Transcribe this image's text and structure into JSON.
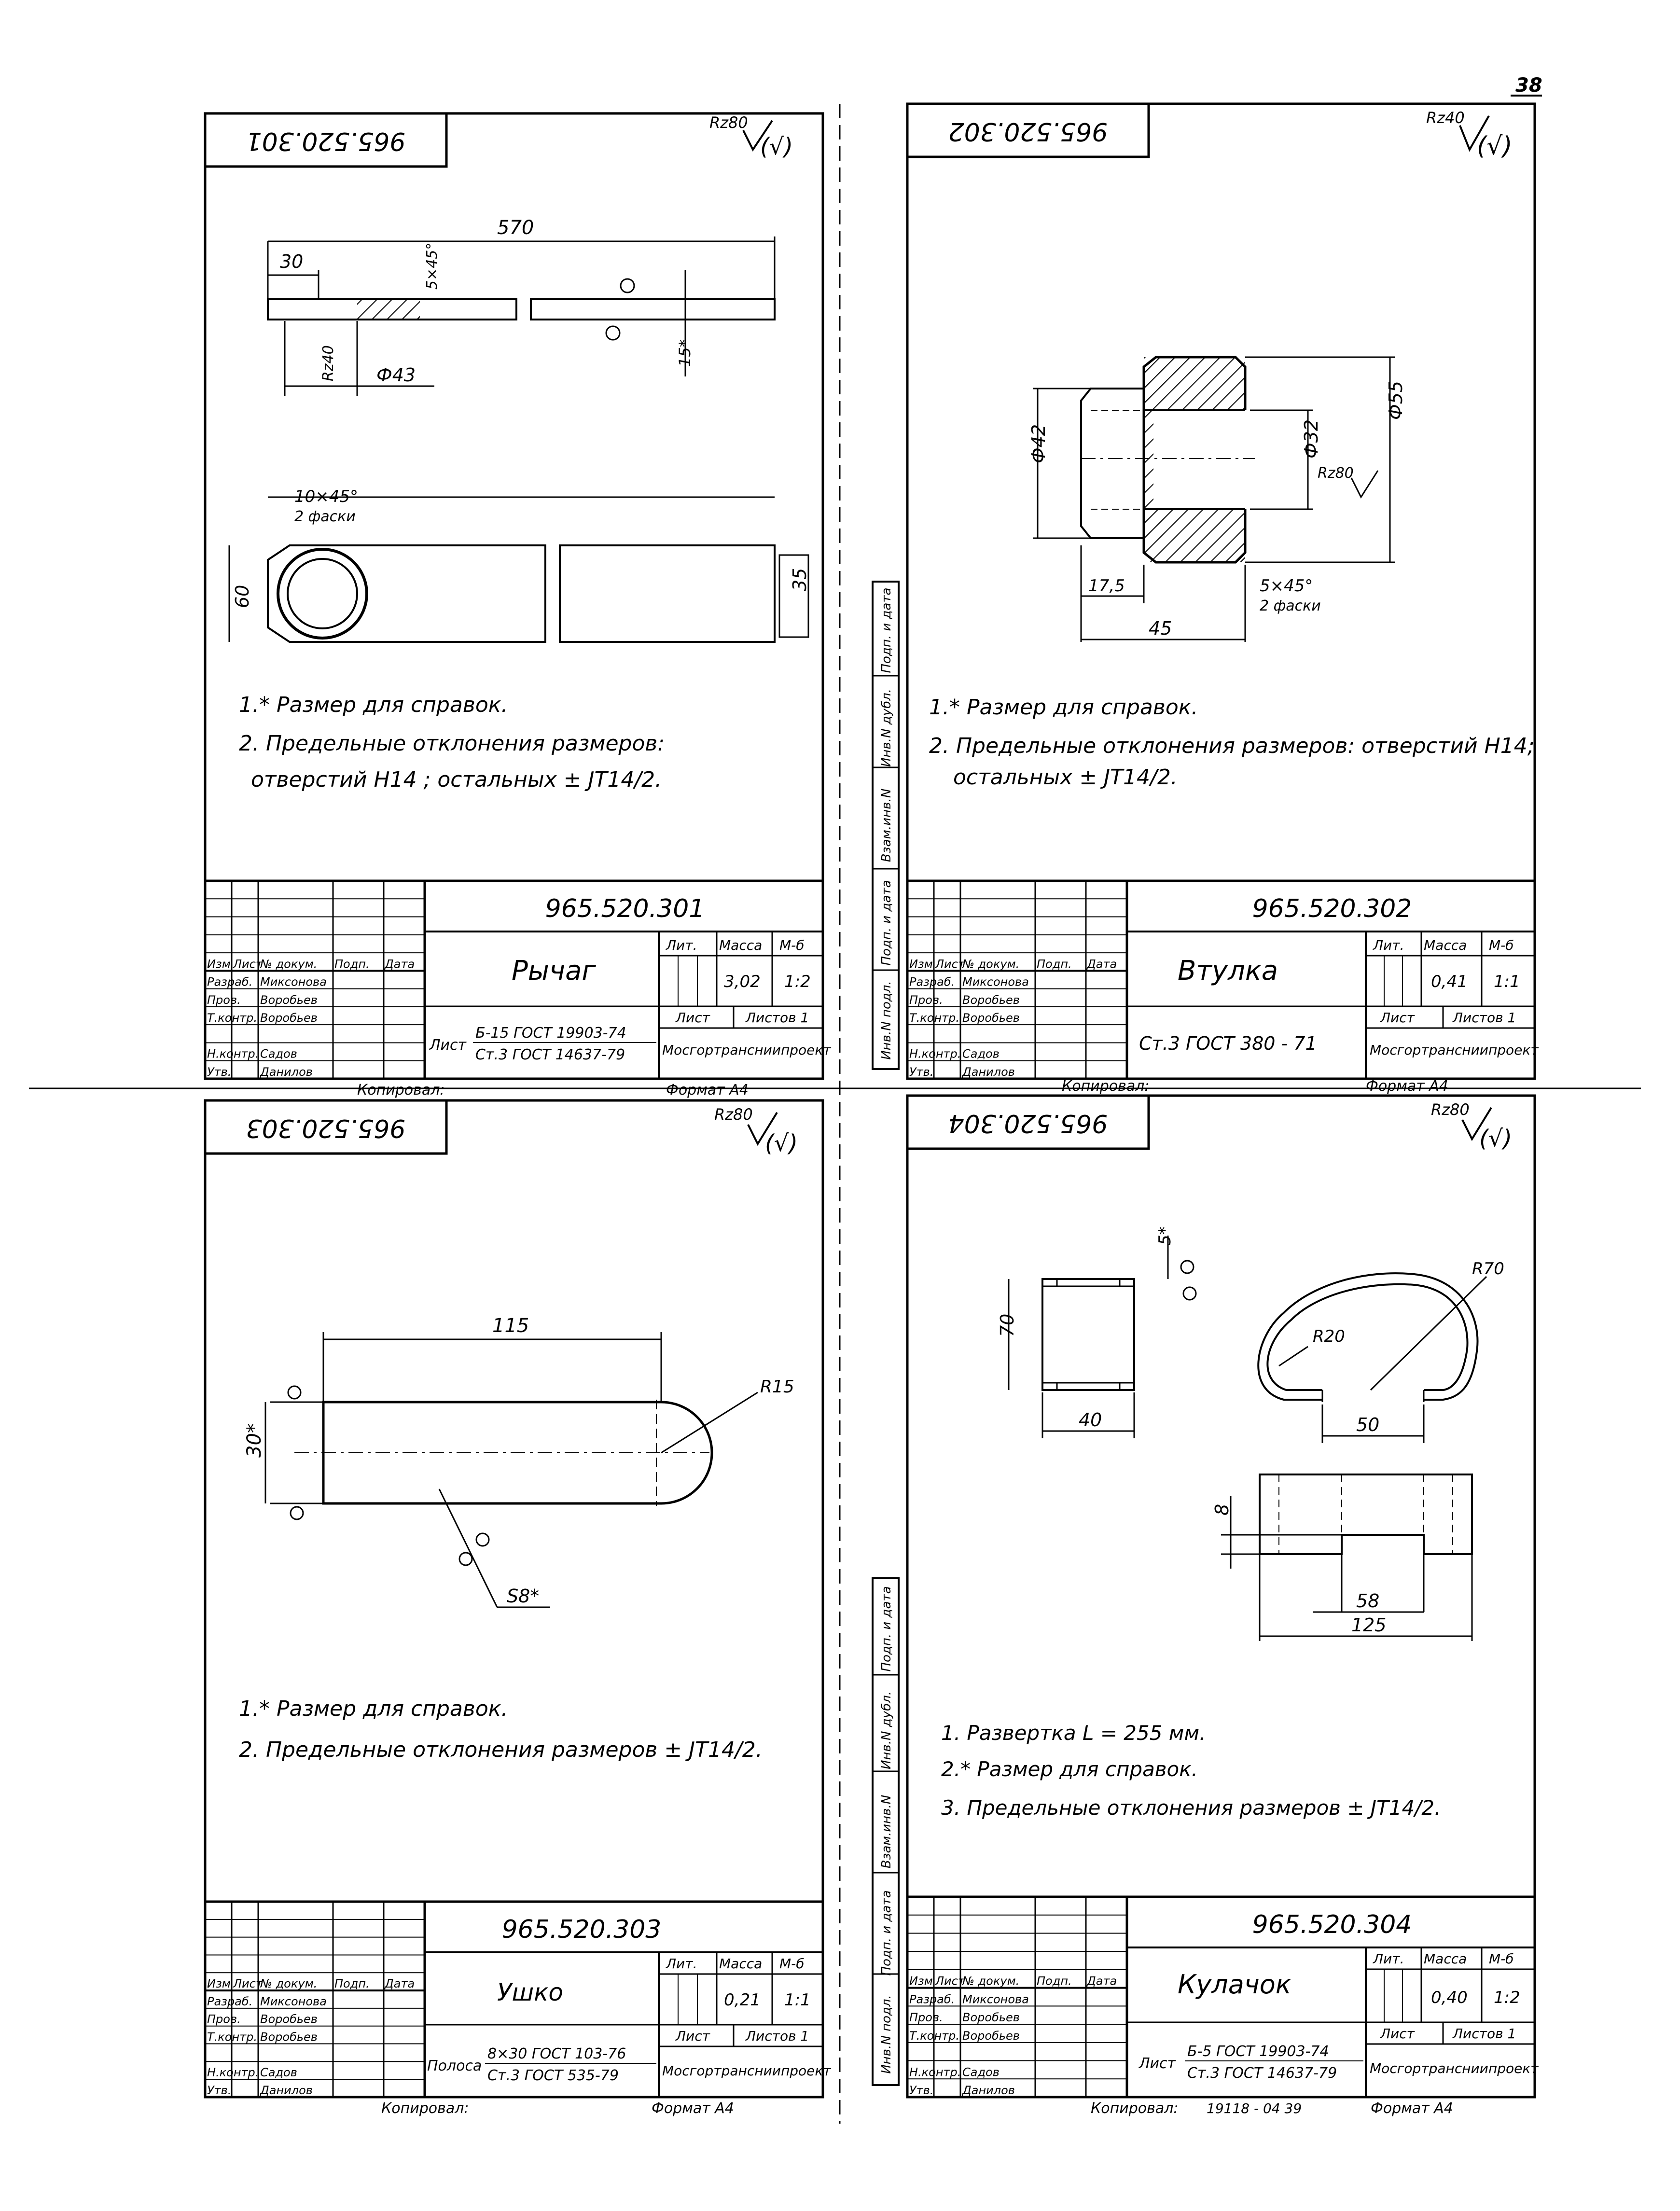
{
  "page_number": "38",
  "drawings": [
    {
      "code": "965.520.301",
      "roughness": "Rz80",
      "dims": {
        "length": "570",
        "d30": "30",
        "chamfer": "5×45°",
        "rz40": "Rz40",
        "dia43": "Ф43",
        "h15": "15*",
        "ch10": "10×45°",
        "ch10b": "2 фаски",
        "h60": "60",
        "h35": "35"
      },
      "notes": [
        "1.* Размер  для справок.",
        "2.  Предельные  отклонения  размеров:",
        "отверстий  Н14 ; остальных  ± JT14/2."
      ],
      "name": "Рычаг",
      "mass": "3,02",
      "scale": "1:2",
      "material_label": "Лист",
      "material_top": "Б-15 ГОСТ 19903-74",
      "material_bottom": "Ст.3 ГОСТ 14637-79"
    },
    {
      "code": "965.520.302",
      "roughness": "Rz40",
      "dims": {
        "d42": "Ф42",
        "d32": "Ф32",
        "d55": "Ф55",
        "rz80": "Rz80",
        "l175": "17,5",
        "l45": "45",
        "ch": "5×45°",
        "chb": "2 фаски"
      },
      "notes": [
        "1.* Размер  для справок.",
        "2.  Предельные  отклонения  размеров: отверстий  Н14;",
        "остальных  ± JT14/2."
      ],
      "name": "Втулка",
      "mass": "0,41",
      "scale": "1:1",
      "material_label": "",
      "material_top": "Ст.3  ГОСТ 380 - 71",
      "material_bottom": ""
    },
    {
      "code": "965.520.303",
      "roughness": "Rz80",
      "dims": {
        "l115": "115",
        "r15": "R15",
        "h30": "30*",
        "s8": "S8*"
      },
      "notes": [
        "1.* Размер  для  справок.",
        "2.  Предельные  отклонения  размеров  ± JT14/2."
      ],
      "name": "Ушко",
      "mass": "0,21",
      "scale": "1:1",
      "material_label": "Полоса",
      "material_top": "8×30 ГОСТ 103-76",
      "material_bottom": "Ст.3 ГОСТ 535-79"
    },
    {
      "code": "965.520.304",
      "roughness": "Rz80",
      "dims": {
        "s5": "5*",
        "r70": "R70",
        "r20": "R20",
        "h70": "70",
        "w40": "40",
        "w50": "50",
        "h8": "8",
        "w58": "58",
        "w125": "125"
      },
      "notes": [
        "1. Развертка  L = 255 мм.",
        "2.* Размер  для  справок.",
        "3. Предельные   отклонения  размеров  ± JT14/2."
      ],
      "name": "Кулачок",
      "mass": "0,40",
      "scale": "1:2",
      "material_label": "Лист",
      "material_top": "Б-5  ГОСТ 19903-74",
      "material_bottom": "Ст.3 ГОСТ 14637-79"
    }
  ],
  "title_block": {
    "lit": "Лит.",
    "massa": "Масса",
    "m": "М-б",
    "list": "Лист",
    "listov": "Листов 1",
    "org": "Мосгортрансниипроект",
    "row_head": [
      "Изм",
      "Лист",
      "№ докум.",
      "Подп.",
      "Дата"
    ],
    "roles": [
      "Разраб.",
      "Пров.",
      "Т.контр.",
      "",
      "Н.контр.",
      "Утв."
    ],
    "people": [
      "Миксонова",
      "Воробьев",
      "Воробьев",
      "",
      "Садов",
      "Данилов"
    ]
  },
  "copied": "Копировал:",
  "format": "Формат  А4",
  "footer_extra": "19118 - 04     39",
  "side_labels": [
    "Инв.N подл.",
    "Подп. и дата",
    "Взам.инв.N",
    "Инв.N дубл.",
    "Подп. и дата"
  ]
}
